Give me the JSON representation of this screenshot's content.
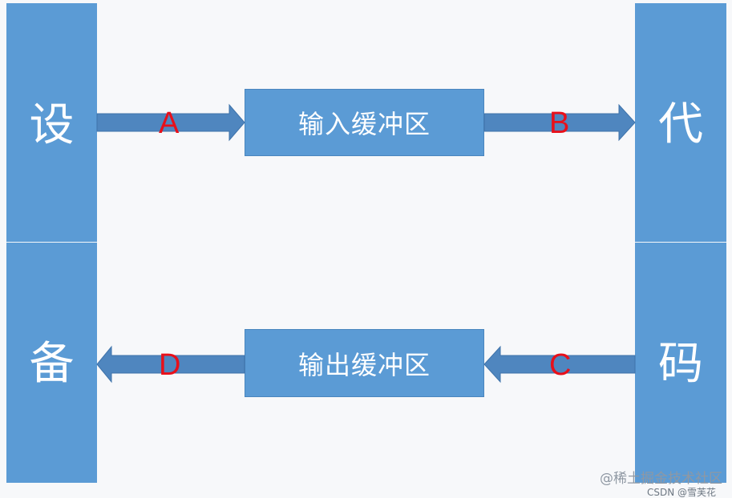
{
  "device": {
    "top_char": "设",
    "bottom_char": "备"
  },
  "code": {
    "top_char": "代",
    "bottom_char": "码"
  },
  "buffers": {
    "input": "输入缓冲区",
    "output": "输出缓冲区"
  },
  "arrow_labels": {
    "a": "A",
    "b": "B",
    "c": "C",
    "d": "D"
  },
  "colors": {
    "blocks": "#5b9bd5",
    "arrows": "#4f86bf",
    "labels": "#e8101a"
  },
  "watermark": {
    "main": "@稀土掘金技术社区",
    "sub": "CSDN @雪芙花"
  }
}
